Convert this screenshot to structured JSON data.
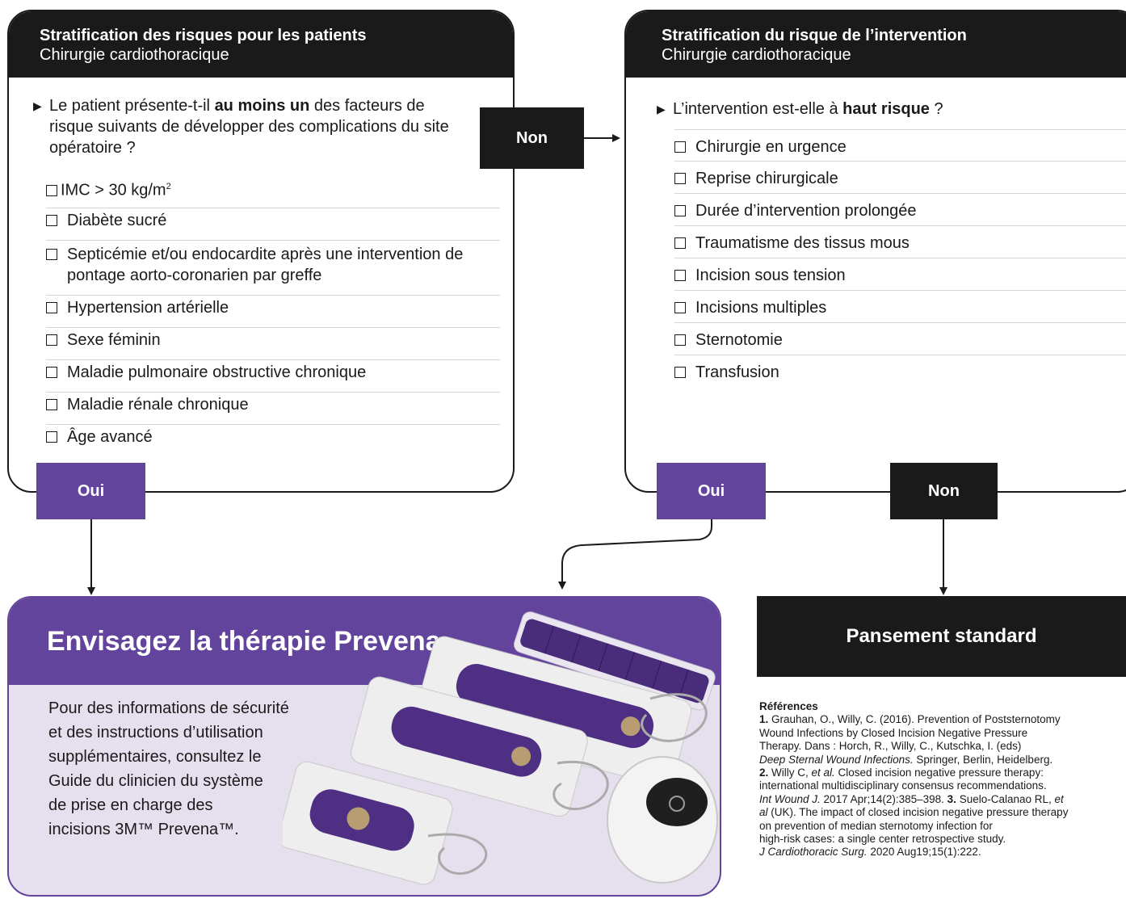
{
  "left_panel": {
    "title": "Stratification des risques pour les patients",
    "subtitle": "Chirurgie cardiothoracique",
    "question_pre": "Le patient présente-t-il ",
    "question_bold": "au moins un",
    "question_post": " des facteurs de risque suivants de développer des complications du site opératoire ?",
    "items": [
      "IMC > 30 kg/m",
      "Diabète sucré",
      "Septicémie et/ou endocardite après une intervention de pontage aorto-coronarien par greffe",
      "Hypertension artérielle",
      "Sexe féminin",
      "Maladie pulmonaire obstructive chronique",
      "Maladie rénale chronique",
      "Âge avancé"
    ],
    "imc_sup": "2"
  },
  "right_panel": {
    "title": "Stratification du risque de l’intervention",
    "subtitle": "Chirurgie cardiothoracique",
    "question_pre": "L’intervention est-elle à ",
    "question_bold": "haut risque",
    "question_post": " ?",
    "items": [
      "Chirurgie en urgence",
      "Reprise chirurgicale",
      "Durée d’intervention prolongée",
      "Traumatisme des tissus mous",
      "Incision sous tension",
      "Incisions multiples",
      "Sternotomie",
      "Transfusion"
    ]
  },
  "labels": {
    "non_middle": "Non",
    "oui_left": "Oui",
    "oui_right": "Oui",
    "non_right": "Non"
  },
  "prevena": {
    "title": "Envisagez la thérapie Prevena",
    "body_lines": [
      "Pour des informations de sécurité",
      "et des instructions d’utilisation",
      "supplémentaires, consultez le",
      "Guide du clinicien du système",
      "de prise en charge des",
      "incisions 3M™ Prevena™."
    ]
  },
  "standard": {
    "title": "Pansement standard"
  },
  "references": {
    "heading": "Références",
    "r1_num": "1.",
    "r1_a": " Grauhan, O., Willy, C. (2016). Prevention of Poststernotomy",
    "r1_b": "Wound Infections by Closed Incision Negative Pressure",
    "r1_c": "Therapy. Dans : Horch, R., Willy, C., Kutschka, I. (eds)",
    "r1_d_it": "Deep Sternal Wound Infections.",
    "r1_d": " Springer, Berlin, Heidelberg.",
    "r2_num": "2.",
    "r2_a": " Willy C, ",
    "r2_a_it": "et al.",
    "r2_a2": " Closed incision negative pressure therapy:",
    "r2_b": "international multidisciplinary consensus recommendations.",
    "r2_c_it": "Int Wound J.",
    "r2_c": " 2017 Apr;14(2):385–398. ",
    "r3_num": "3.",
    "r3_a": " Suelo-Calanao RL, ",
    "r3_a_it": "et",
    "r3_b_it": "al",
    "r3_b": " (UK). The impact of closed incision negative pressure therapy",
    "r3_c": "on prevention of median sternotomy infection for",
    "r3_d": "high-risk cases: a single center retrospective study.",
    "r3_e_it": "J Cardiothoracic Surg.",
    "r3_e": " 2020 Aug19;15(1):222."
  },
  "colors": {
    "purple": "#62449c",
    "lavender": "#e6e0ee",
    "black": "#1a1a1a"
  }
}
